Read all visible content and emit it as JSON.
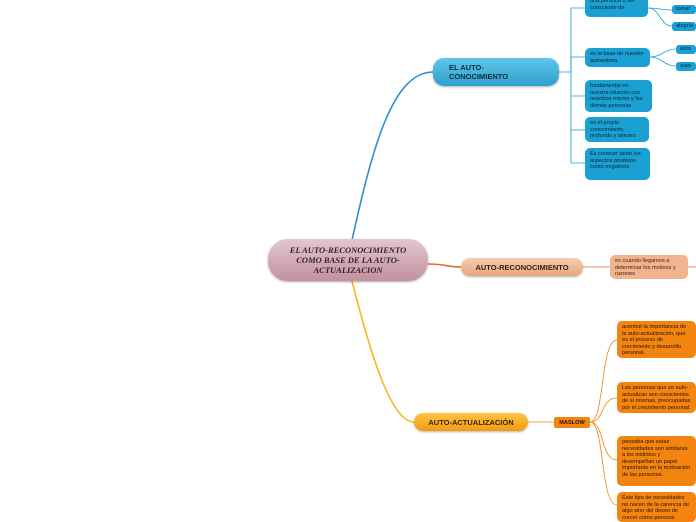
{
  "central": {
    "label": "EL AUTO-RECONOCIMIENTO COMO BASE DE LA AUTO-ACTUALIZACION"
  },
  "autoconocimiento": {
    "label": "EL AUTO- CONOCIMIENTO",
    "children": [
      "una persona o ser consciente de",
      "es la base de nuestro autoestima",
      "fundamental en nuestra relación con nosotros mismo y las demás personas.",
      "es el propio conocimiento, profundo y sincero",
      "Es conocer tanto los aspectos positivos como negativos"
    ],
    "tiny": [
      "tomar",
      "alegría",
      "auto",
      "auto"
    ]
  },
  "autoreconocimiento": {
    "label": "AUTO-RECONOCIMIENTO",
    "children": [
      "es cuando llegamos a determinar los motivos y razones"
    ]
  },
  "autoactualizacion": {
    "label": "AUTO-ACTUALIZACIÓN",
    "maslow": "MASLOW",
    "children": [
      "acentuó la importancia de la auto-actualización, que es el proceso de crecimiento y desarrollo personal.",
      "Las personas que se auto-actualizan son conscientes de sí mismas, preocupadas por el crecimiento personal.",
      "pensaba que estas necesidades son similares a los instintos y desempeñan un papel importante en la motivación de las personas.",
      "Este tipo de necesidades no nacen de la carencia de algo sino del deseo de crecer como persona"
    ]
  },
  "colors": {
    "blue": "#1aa0d2",
    "peach": "#f2b48f",
    "orange": "#f2840f",
    "central": "#c2919f"
  }
}
